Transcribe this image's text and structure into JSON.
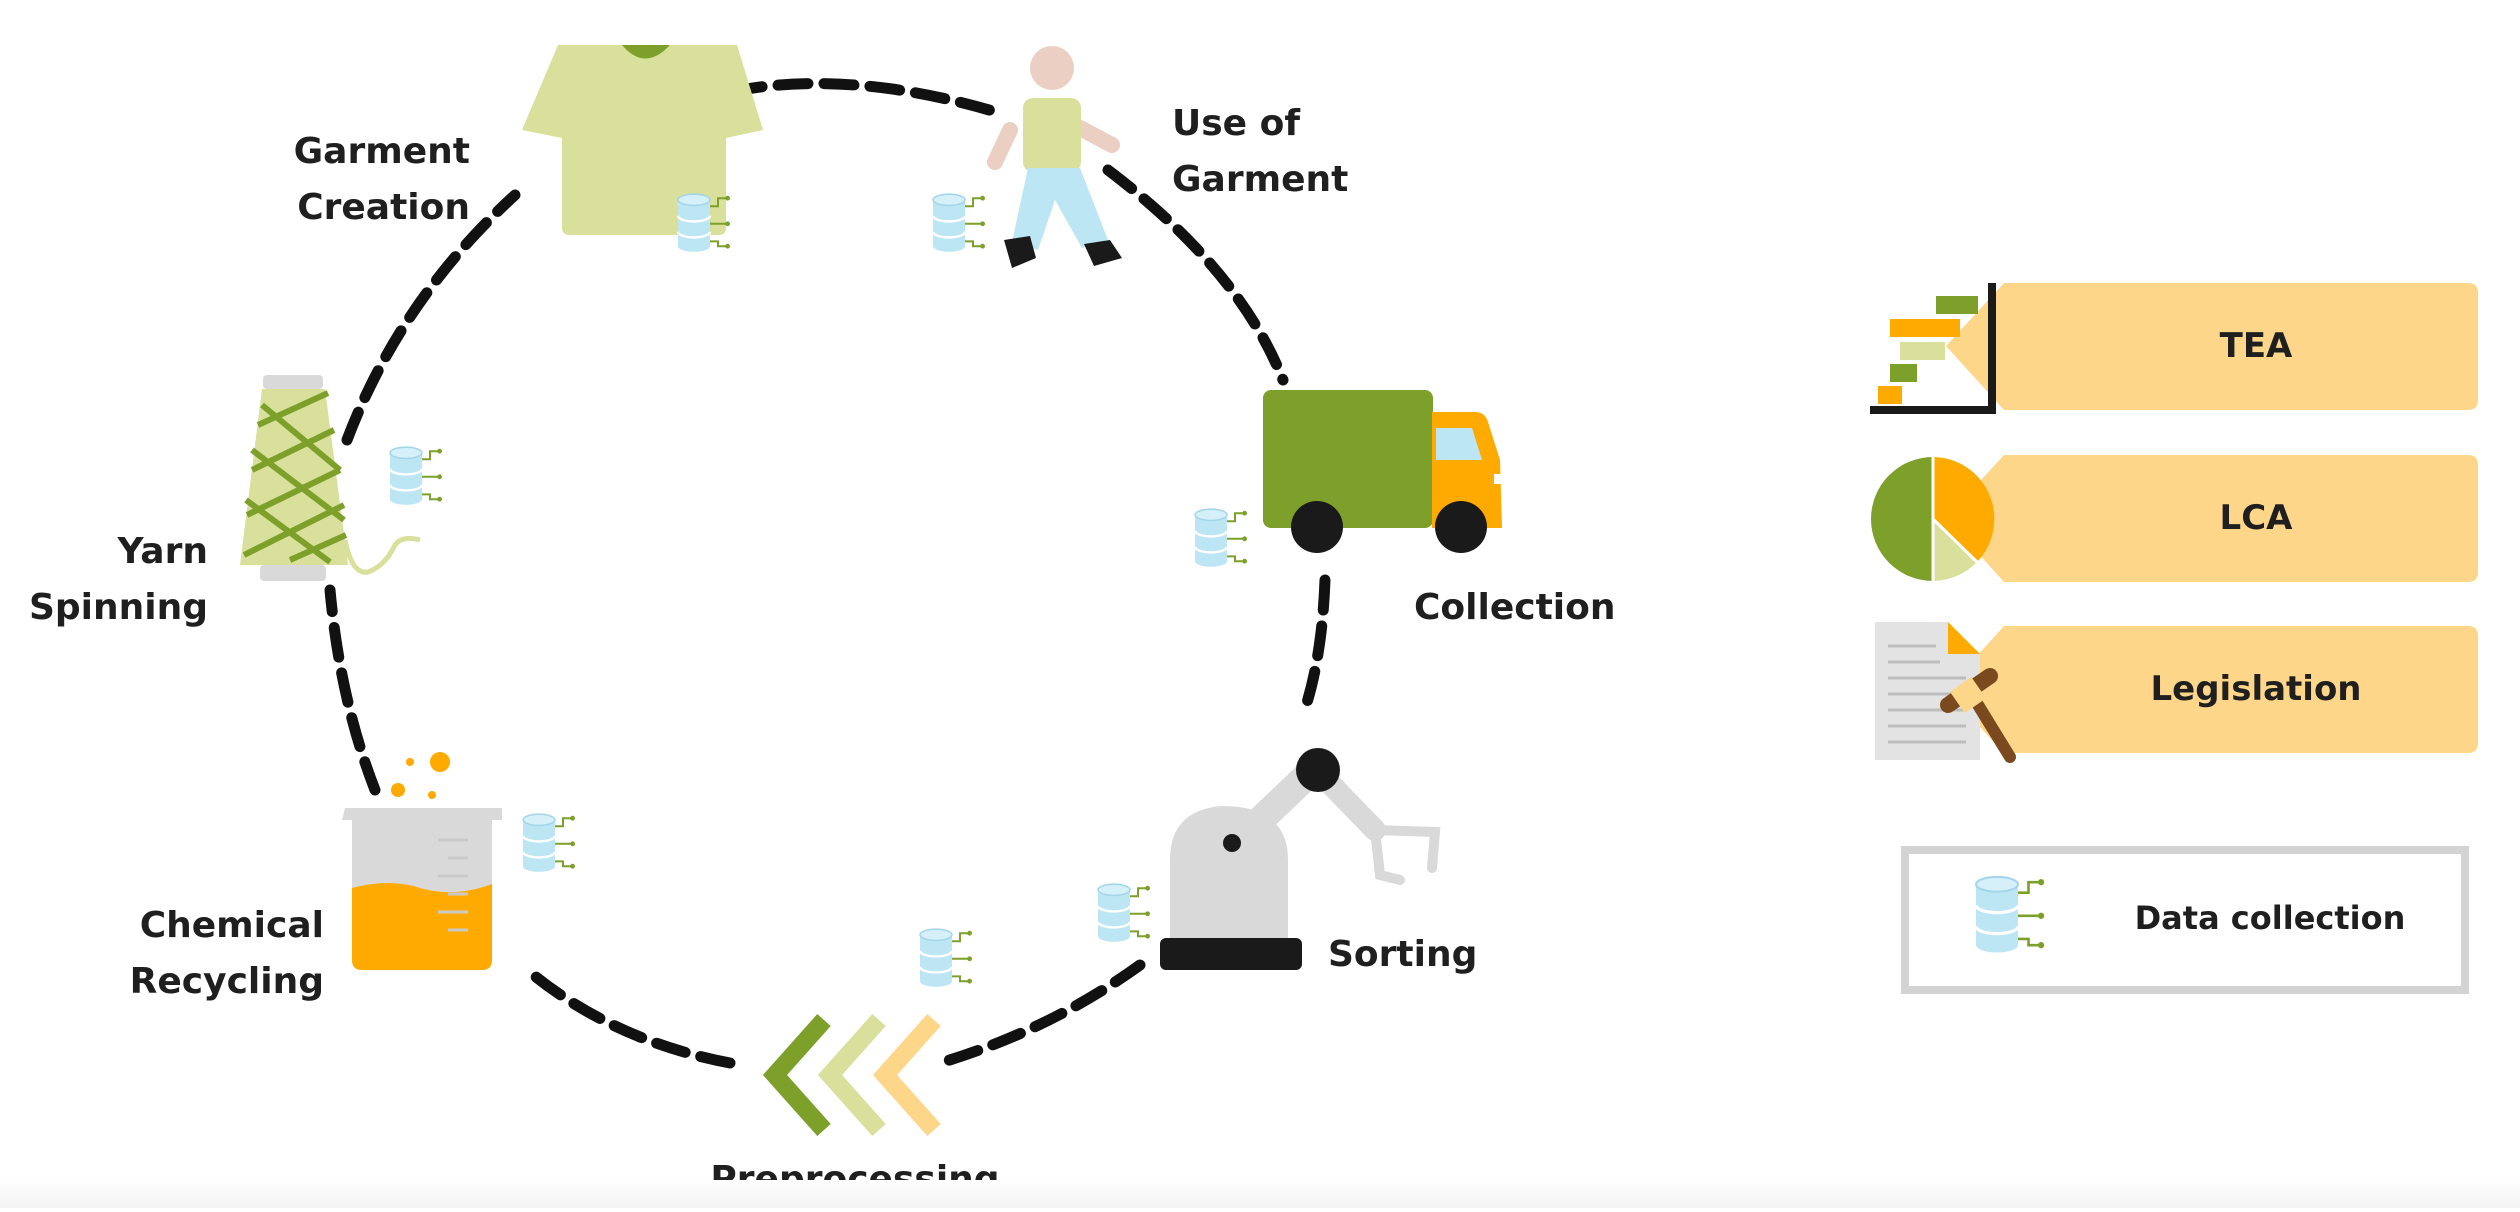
{
  "cycle": {
    "stages": [
      {
        "id": "garment-creation",
        "lines": [
          "Garment",
          "Creation"
        ]
      },
      {
        "id": "use-of-garment",
        "lines": [
          "Use of",
          "Garment"
        ]
      },
      {
        "id": "collection",
        "lines": [
          "Collection"
        ]
      },
      {
        "id": "sorting",
        "lines": [
          "Sorting"
        ]
      },
      {
        "id": "preprocessing",
        "lines": [
          "Preprocessing"
        ]
      },
      {
        "id": "chemical-recycling",
        "lines": [
          "Chemical",
          "Recycling"
        ]
      },
      {
        "id": "yarn-spinning",
        "lines": [
          "Yarn",
          "Spinning"
        ]
      }
    ]
  },
  "assessment_panel": {
    "items": [
      {
        "id": "tea",
        "label": "TEA",
        "icon": "gantt-chart-icon"
      },
      {
        "id": "lca",
        "label": "LCA",
        "icon": "pie-chart-icon"
      },
      {
        "id": "legislation",
        "label": "Legislation",
        "icon": "document-gavel-icon"
      }
    ]
  },
  "legend": {
    "label": "Data collection",
    "icon": "database-icon"
  },
  "colors": {
    "dark_green": "#7DA02A",
    "light_green": "#D8E09C",
    "orange": "#FFAA00",
    "panel_fill": "#FDD68A",
    "db_blue": "#BDE6F5",
    "gray": "#D9D9D9",
    "black": "#1A1A1A"
  }
}
